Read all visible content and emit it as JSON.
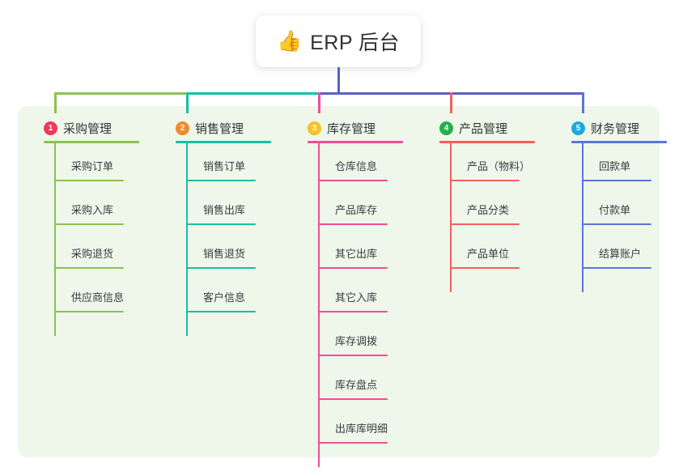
{
  "root": {
    "icon": "thumbs-up-emoji",
    "icon_glyph": "👍",
    "title": "ERP 后台"
  },
  "panel": {
    "background_color": "#eef7ea"
  },
  "connector": {
    "stem_color": "#5b5fc7",
    "bus_segments": [
      "#8cc152",
      "#18bfa5",
      "#5b5fc7",
      "#5b5fc7"
    ]
  },
  "columns": [
    {
      "number": "1",
      "title": "采购管理",
      "badge_color": "#f0385a",
      "line_color": "#8cc152",
      "items": [
        "采购订单",
        "采购入库",
        "采购退货",
        "供应商信息"
      ]
    },
    {
      "number": "2",
      "title": "销售管理",
      "badge_color": "#f28b29",
      "line_color": "#18bfa5",
      "items": [
        "销售订单",
        "销售出库",
        "销售退货",
        "客户信息"
      ]
    },
    {
      "number": "3",
      "title": "库存管理",
      "badge_color": "#f7c325",
      "line_color": "#ee4d9b",
      "items": [
        "仓库信息",
        "产品库存",
        "其它出库",
        "其它入库",
        "库存调拨",
        "库存盘点",
        "出库库明细"
      ]
    },
    {
      "number": "4",
      "title": "产品管理",
      "badge_color": "#23b14d",
      "line_color": "#f4605c",
      "items": [
        "产品（物料）",
        "产品分类",
        "产品单位"
      ]
    },
    {
      "number": "5",
      "title": "财务管理",
      "badge_color": "#1fa8e0",
      "line_color": "#5b76d8",
      "items": [
        "回款单",
        "付款单",
        "结算账户"
      ]
    }
  ]
}
